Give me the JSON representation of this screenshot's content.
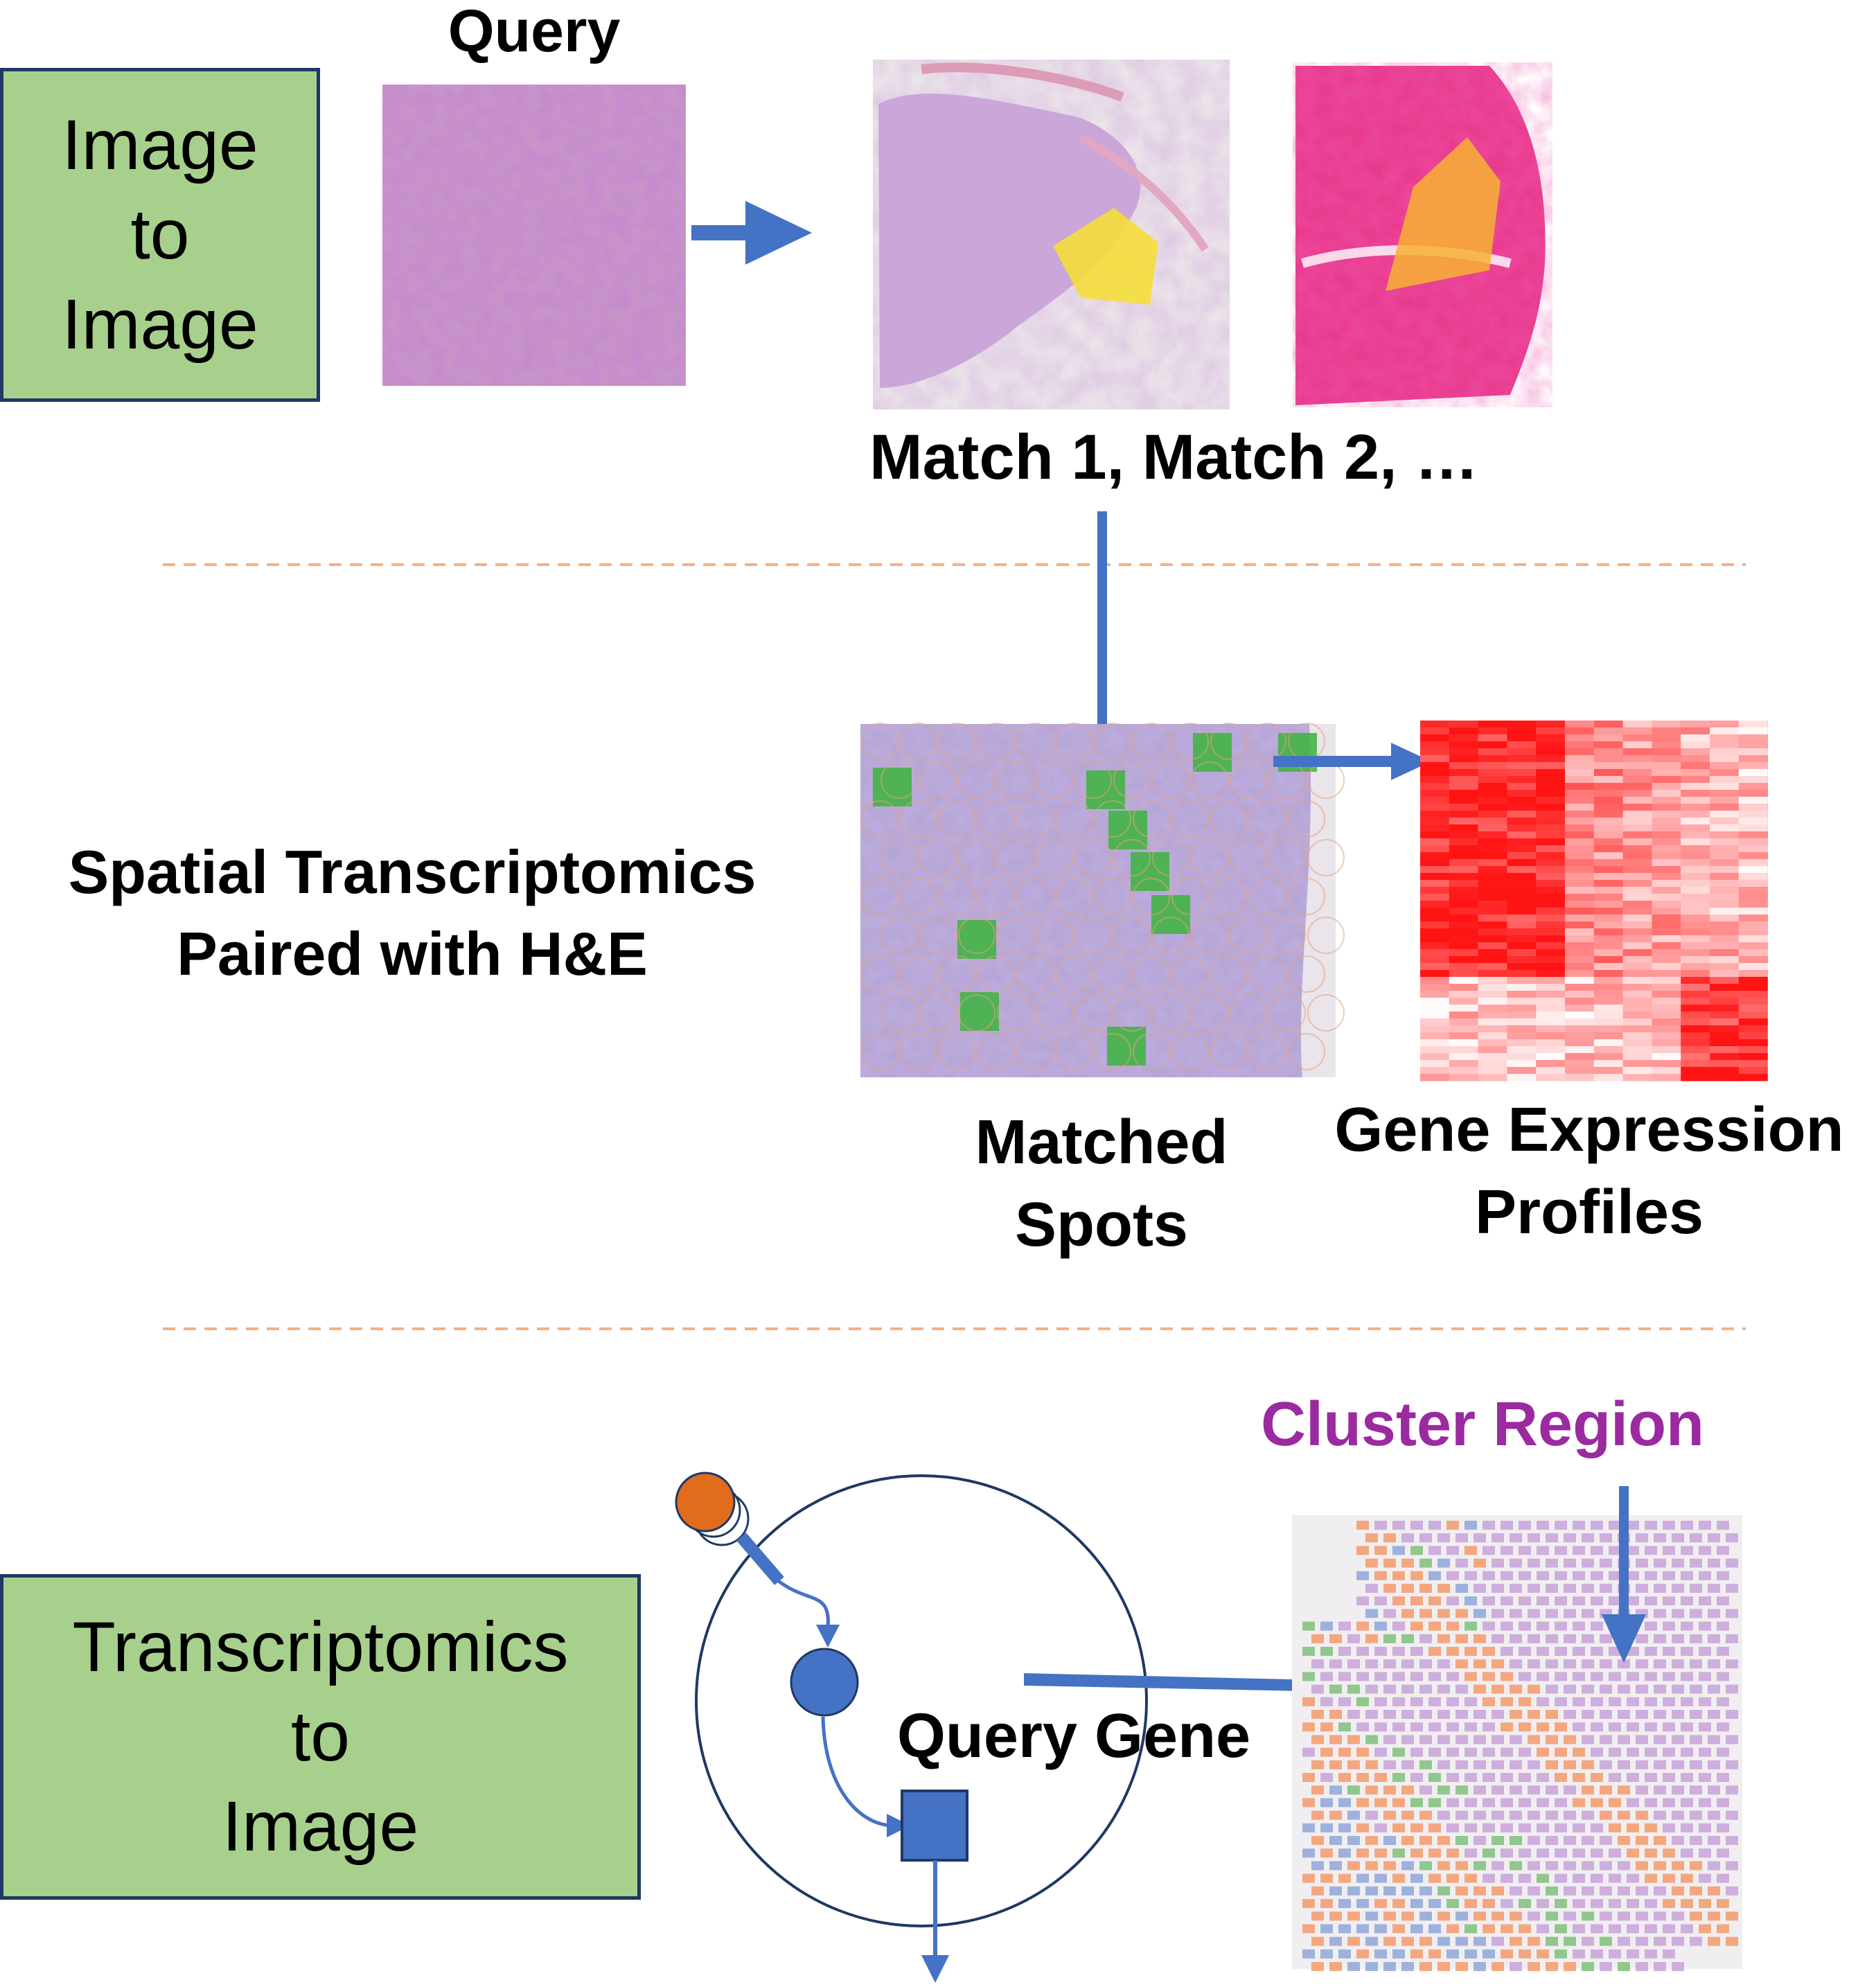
{
  "labels": {
    "query": "Query",
    "matches": "Match 1, Match 2, …",
    "spatial_line1": "Spatial Transcriptomics",
    "spatial_line2": "Paired with H&E",
    "matched_line1": "Matched",
    "matched_line2": "Spots",
    "gene_line1": "Gene Expression",
    "gene_line2": "Profiles",
    "cluster_region": "Cluster Region",
    "query_gene": "Query Gene"
  },
  "boxes": {
    "image_to_image": {
      "line1": "Image",
      "line2": "to",
      "line3": "Image"
    },
    "transcriptomics_to_image": {
      "line1": "Transcriptomics",
      "line2": "to",
      "line3": "Image"
    }
  },
  "colors": {
    "arrow": "#4472c4",
    "box_fill": "#a8d08d",
    "box_border": "#1f3864",
    "separator": "#f4b183",
    "cluster_text": "#9b2aa0",
    "orange_node": "#e06c1c",
    "blue_node": "#4472c4"
  }
}
